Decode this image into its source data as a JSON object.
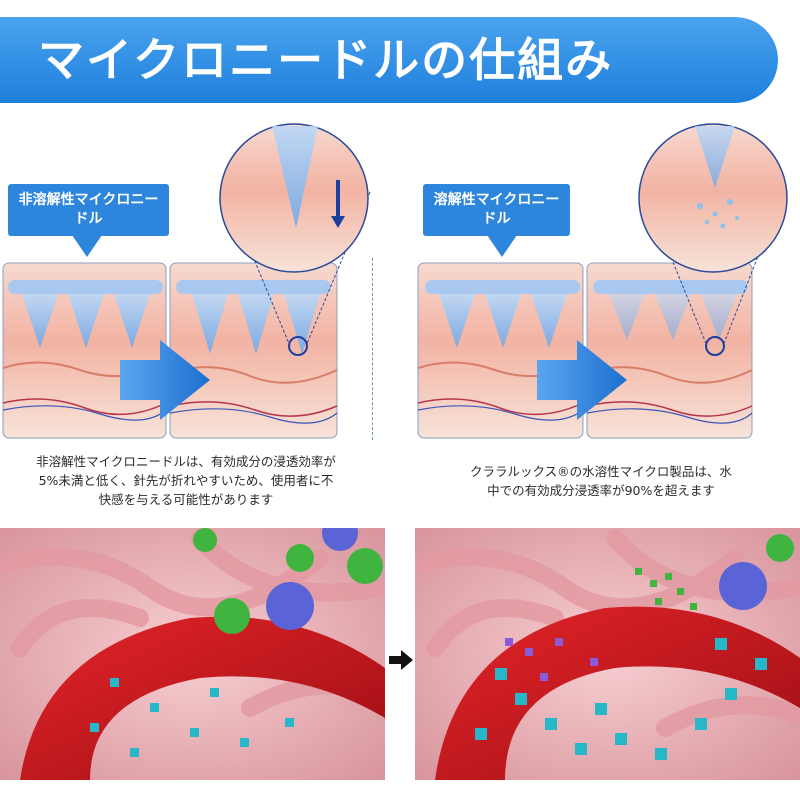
{
  "banner": {
    "title": "マイクロニードルの仕組み"
  },
  "left": {
    "callout": "非溶解性マイクロニードル",
    "caption_lines": [
      "非溶解性マイクロニードルは、有効成分の浸透効率が",
      "5%未満と低く、針先が折れやすいため、使用者に不",
      "快感を与える可能性があります"
    ]
  },
  "right": {
    "callout": "溶解性マイクロニードル",
    "caption_lines": [
      "クララルックス®の水溶性マイクロ製品は、水",
      "中での有効成分浸透率が90%を超えます"
    ]
  },
  "colors": {
    "banner": "#2a8ae2",
    "callout": "#2d86dc",
    "arrow": "#1f78d6",
    "skin": "#f2b8a8",
    "blood": "#c8161b",
    "particle_cyan": "#26b7c9",
    "particle_green": "#3fb53f",
    "particle_purple": "#8a5ad8"
  }
}
